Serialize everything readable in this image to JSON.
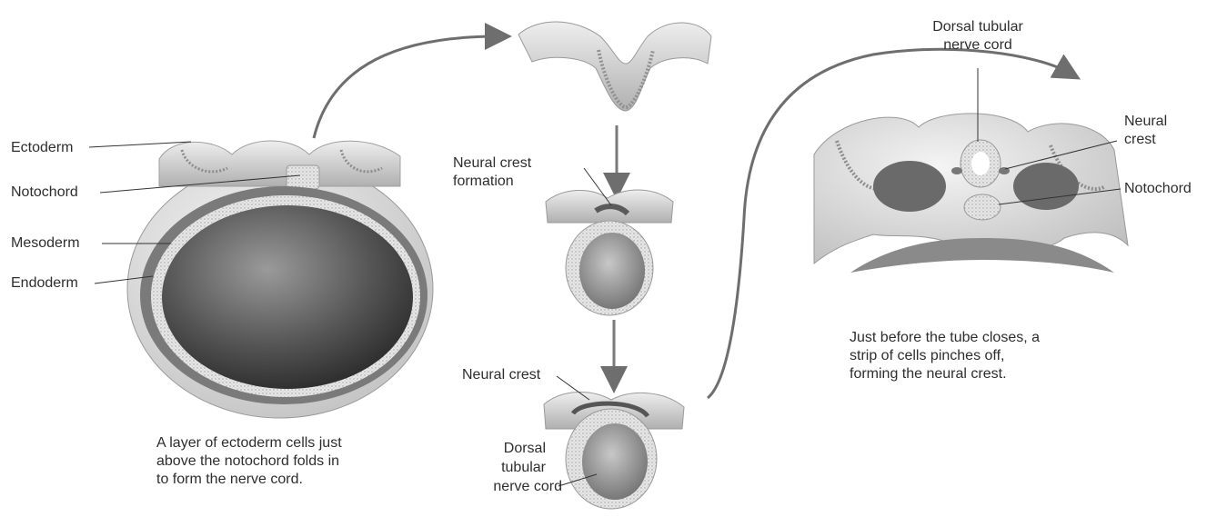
{
  "labels": {
    "ectoderm": "Ectoderm",
    "notochord_left": "Notochord",
    "mesoderm": "Mesoderm",
    "endoderm": "Endoderm",
    "neural_crest_formation_1": "Neural crest",
    "neural_crest_formation_2": "formation",
    "neural_crest_middle": "Neural crest",
    "dorsal_tubular_mid_1": "Dorsal",
    "dorsal_tubular_mid_2": "tubular",
    "dorsal_tubular_mid_3": "nerve cord",
    "dorsal_tubular_top_1": "Dorsal tubular",
    "dorsal_tubular_top_2": "nerve cord",
    "neural_crest_right_1": "Neural",
    "neural_crest_right_2": "crest",
    "notochord_right": "Notochord"
  },
  "captions": {
    "left": "A layer of ectoderm cells just\nabove the notochord folds in\nto form the nerve cord.",
    "right": "Just before the tube closes, a\nstrip of cells pinches off,\nforming the neural crest."
  }
}
